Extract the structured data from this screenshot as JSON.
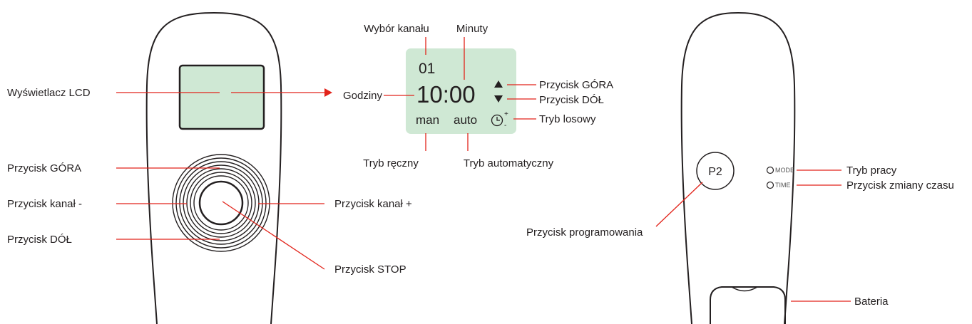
{
  "remote_front": {
    "labels": {
      "lcd": "Wyświetlacz LCD",
      "up": "Przycisk GÓRA",
      "channel_minus": "Przycisk kanał -",
      "down": "Przycisk DÓŁ",
      "channel_plus": "Przycisk kanał +",
      "stop": "Przycisk STOP"
    }
  },
  "lcd_detail": {
    "channel_value": "01",
    "time_value": "10:00",
    "man_text": "man",
    "auto_text": "auto",
    "random_plus": "+",
    "random_minus": "-",
    "labels": {
      "channel_select": "Wybór kanału",
      "minutes": "Minuty",
      "hours": "Godziny",
      "up": "Przycisk GÓRA",
      "down": "Przycisk DÓŁ",
      "random_mode": "Tryb losowy",
      "manual_mode": "Tryb ręczny",
      "auto_mode": "Tryb automatyczny"
    }
  },
  "remote_back": {
    "p2_text": "P2",
    "mode_text": "MODE",
    "time_text": "TIME",
    "labels": {
      "programming": "Przycisk programowania",
      "work_mode": "Tryb pracy",
      "time_change": "Przycisk zmiany czasu",
      "battery": "Bateria"
    }
  },
  "colors": {
    "leader_line": "#e2231a",
    "lcd_fill": "#cfe8d4",
    "outline": "#231f20"
  }
}
